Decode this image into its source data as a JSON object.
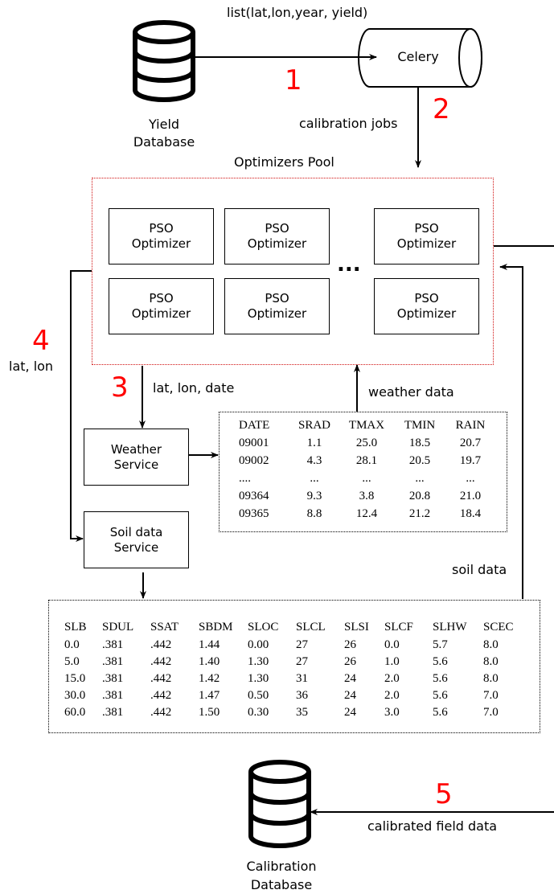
{
  "yield_database": {
    "line1": "Yield",
    "line2": "Database"
  },
  "celery": {
    "label": "Celery"
  },
  "calibration_database": {
    "line1": "Calibration",
    "line2": "Database"
  },
  "edge_labels": {
    "list_payload": "list(lat,lon,year, yield)",
    "calibration_jobs": "calibration jobs",
    "lat_lon_date": "lat, lon, date",
    "lat_lon": "lat, lon",
    "weather_data": "weather data",
    "soil_data": "soil data",
    "calibrated_field_data": "calibrated field data"
  },
  "step_numbers": [
    "1",
    "2",
    "3",
    "4",
    "5"
  ],
  "optimizers_pool": {
    "title": "Optimizers Pool",
    "optimizers": [
      {
        "line1": "PSO",
        "line2": "Optimizer"
      },
      {
        "line1": "PSO",
        "line2": "Optimizer"
      },
      {
        "line1": "PSO",
        "line2": "Optimizer"
      },
      {
        "line1": "PSO",
        "line2": "Optimizer"
      },
      {
        "line1": "PSO",
        "line2": "Optimizer"
      },
      {
        "line1": "PSO",
        "line2": "Optimizer"
      }
    ],
    "ellipsis": "..."
  },
  "weather_service": {
    "line1": "Weather",
    "line2": "Service"
  },
  "soil_service": {
    "line1": "Soil data",
    "line2": "Service"
  },
  "weather_table": {
    "headers": [
      "DATE",
      "SRAD",
      "TMAX",
      "TMIN",
      "RAIN"
    ],
    "rows": [
      [
        "09001",
        "1.1",
        "25.0",
        "18.5",
        "20.7"
      ],
      [
        "09002",
        "4.3",
        "28.1",
        "20.5",
        "19.7"
      ],
      [
        "....",
        "...",
        "...",
        "...",
        "..."
      ],
      [
        "09364",
        "9.3",
        "3.8",
        "20.8",
        "21.0"
      ],
      [
        "09365",
        "8.8",
        "12.4",
        "21.2",
        "18.4"
      ]
    ]
  },
  "soil_table": {
    "headers": [
      "SLB",
      "SDUL",
      "SSAT",
      "SBDM",
      "SLOC",
      "SLCL",
      "SLSI",
      "SLCF",
      "SLHW",
      "SCEC"
    ],
    "rows": [
      [
        "0.0",
        ".381",
        ".442",
        "1.44",
        "0.00",
        "27",
        "26",
        "0.0",
        "5.7",
        "8.0"
      ],
      [
        "5.0",
        ".381",
        ".442",
        "1.40",
        "1.30",
        "27",
        "26",
        "1.0",
        "5.6",
        "8.0"
      ],
      [
        "15.0",
        ".381",
        ".442",
        "1.42",
        "1.30",
        "31",
        "24",
        "2.0",
        "5.6",
        "8.0"
      ],
      [
        "30.0",
        ".381",
        ".442",
        "1.47",
        "0.50",
        "36",
        "24",
        "2.0",
        "5.6",
        "7.0"
      ],
      [
        "60.0",
        ".381",
        ".442",
        "1.50",
        "0.30",
        "35",
        "24",
        "3.0",
        "5.6",
        "7.0"
      ]
    ]
  }
}
